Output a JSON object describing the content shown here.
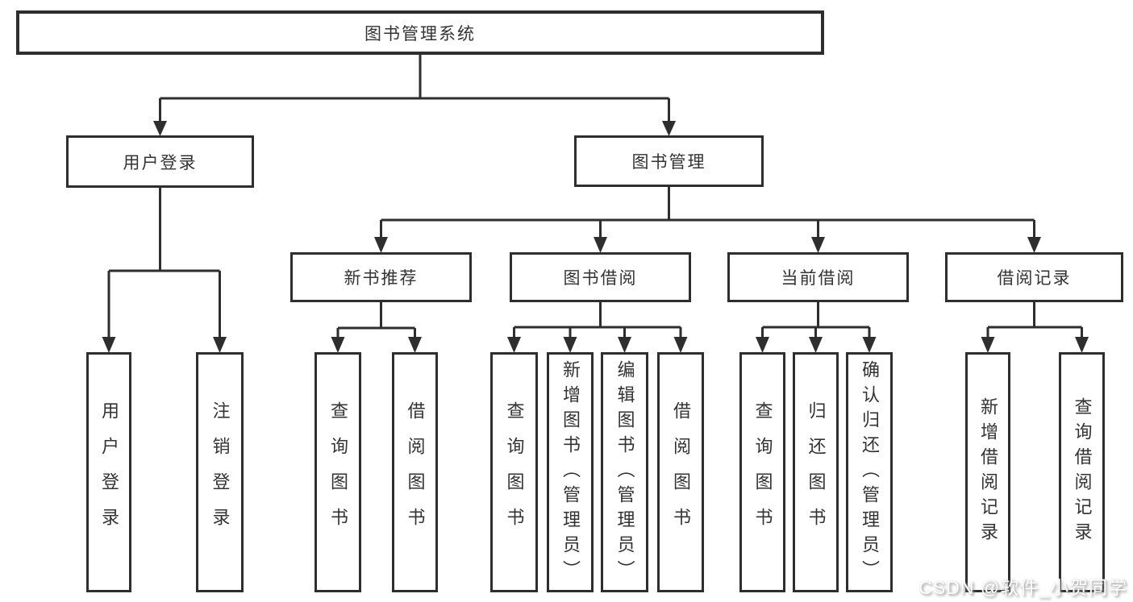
{
  "tree": {
    "root": {
      "label": "图书管理系统"
    },
    "level2": [
      {
        "label": "用户登录",
        "children": [
          {
            "label": "用户登录"
          },
          {
            "label": "注销登录"
          }
        ]
      },
      {
        "label": "图书管理",
        "children": [
          {
            "label": "新书推荐",
            "children": [
              {
                "label": "查询图书"
              },
              {
                "label": "借阅图书"
              }
            ]
          },
          {
            "label": "图书借阅",
            "children": [
              {
                "label": "查询图书"
              },
              {
                "label": "新增图书（管理员）"
              },
              {
                "label": "编辑图书（管理员）"
              },
              {
                "label": "借阅图书"
              }
            ]
          },
          {
            "label": "当前借阅",
            "children": [
              {
                "label": "查询图书"
              },
              {
                "label": "归还图书"
              },
              {
                "label": "确认归还（管理员）"
              }
            ]
          },
          {
            "label": "借阅记录",
            "children": [
              {
                "label": "新增借阅记录"
              },
              {
                "label": "查询借阅记录"
              }
            ]
          }
        ]
      }
    ]
  },
  "watermark": {
    "text": "CSDN @软件_小贺同学"
  },
  "colors": {
    "line": "#2e2e2e",
    "text": "#333333",
    "background": "#ffffff",
    "watermark_text": "#ffffff",
    "watermark_shadow": "#8f8f8f"
  }
}
